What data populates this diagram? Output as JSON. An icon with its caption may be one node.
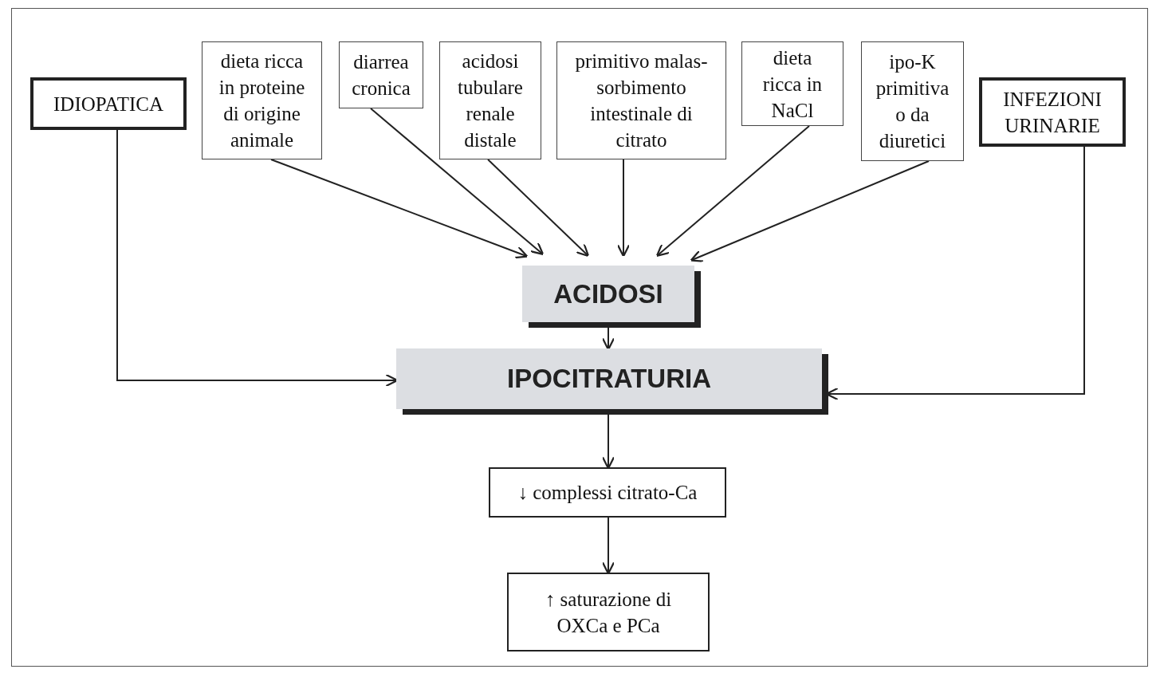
{
  "diagram": {
    "nodes": [
      {
        "text": [
          "IDIOPATICA"
        ]
      },
      {
        "text": [
          "dieta ricca in proteine di origine animale"
        ]
      },
      {
        "text": [
          "diarrea cronica"
        ]
      },
      {
        "text": [
          "acidosi tubulare renale distale"
        ]
      },
      {
        "text": [
          "primitivo malas- sorbimento intestinale di citrato"
        ]
      },
      {
        "text": [
          "dieta ricca in NaCl"
        ]
      },
      {
        "text": [
          "ipo-K primitiva o da diuretici"
        ]
      },
      {
        "text": [
          "INFEZIONI URINARIE"
        ]
      },
      {
        "text": [
          "ACIDOSI"
        ]
      },
      {
        "text": [
          "IPOCITRATURIA"
        ]
      },
      {
        "text": [
          "↓ complessi citrato-Ca"
        ]
      },
      {
        "text": [
          "↑ saturazione di OXCa e PCa"
        ]
      }
    ],
    "edges": [
      {
        "from": 0,
        "to": 9,
        "arrow": "to"
      },
      {
        "from": 1,
        "to": 8,
        "arrow": "to"
      },
      {
        "from": 2,
        "to": 8,
        "arrow": "to"
      },
      {
        "from": 3,
        "to": 8,
        "arrow": "to"
      },
      {
        "from": 4,
        "to": 8,
        "arrow": "to"
      },
      {
        "from": 5,
        "to": 8,
        "arrow": "to"
      },
      {
        "from": 6,
        "to": 8,
        "arrow": "to"
      },
      {
        "from": 7,
        "to": 9,
        "arrow": "to"
      },
      {
        "from": 8,
        "to": 9,
        "arrow": "to"
      },
      {
        "from": 9,
        "to": 10,
        "arrow": "to"
      },
      {
        "from": 10,
        "to": 11,
        "arrow": "to"
      }
    ]
  }
}
